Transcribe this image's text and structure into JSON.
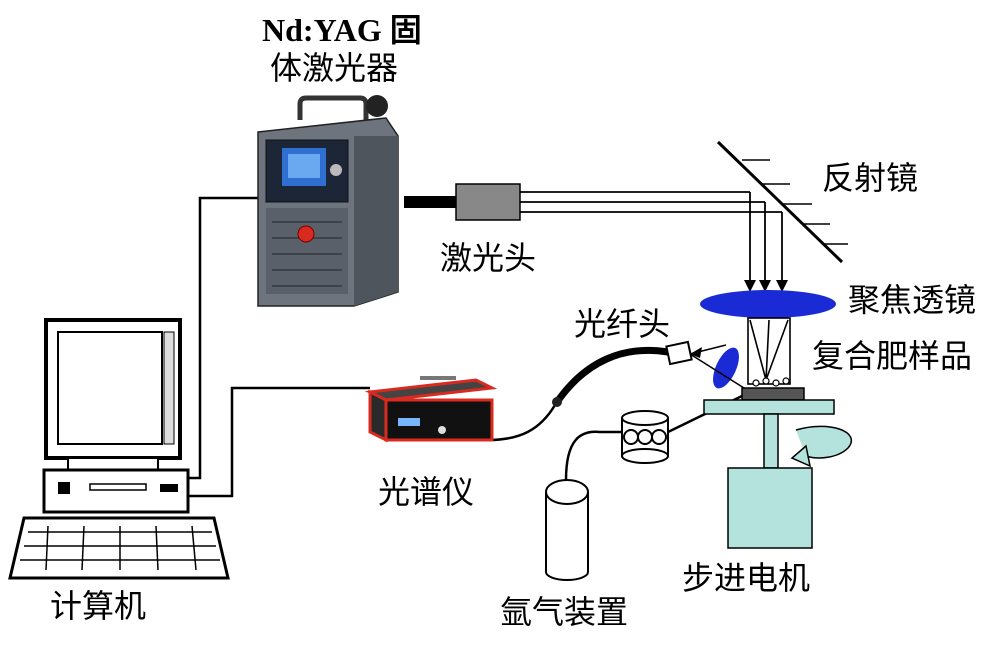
{
  "labels": {
    "laser_line1": "Nd:YAG 固",
    "laser_line2": "体激光器",
    "mirror": "反射镜",
    "laser_head": "激光头",
    "focus_lens": "聚焦透镜",
    "fiber_head": "光纤头",
    "sample": "复合肥样品",
    "spectrometer": "光谱仪",
    "computer": "计算机",
    "argon": "氩气装置",
    "stepper_motor": "步进电机"
  },
  "colors": {
    "lens": "#1a2bd6",
    "stage": "#b3e3dc",
    "spectrometer_body": "#d92a1f",
    "laser_body": "#6d747e",
    "laser_panel": "#2f6fcf",
    "stroke": "#000000"
  }
}
